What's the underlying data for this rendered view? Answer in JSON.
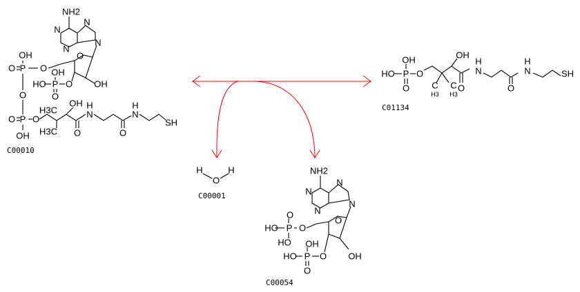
{
  "reaction": {
    "arrow_color": "#ff0000",
    "compounds": [
      {
        "id": "C00010",
        "role": "substrate",
        "labels": {
          "nh2": "NH2",
          "n": "N",
          "o": "O",
          "oh": "OH",
          "ho": "HO",
          "p": "P",
          "h3c": "H3C",
          "h": "H",
          "sh": "SH"
        }
      },
      {
        "id": "C01134",
        "role": "product",
        "labels": {
          "oh": "OH",
          "ho": "HO",
          "p": "P",
          "o": "O",
          "c": "C",
          "h3": "H3",
          "n": "N",
          "h": "H",
          "sh": "SH"
        }
      },
      {
        "id": "C00001",
        "role": "product",
        "labels": {
          "h": "H",
          "o": "O"
        }
      },
      {
        "id": "C00054",
        "role": "product",
        "labels": {
          "nh2": "NH2",
          "n": "N",
          "o": "O",
          "oh": "OH",
          "ho": "HO",
          "p": "P"
        }
      }
    ]
  }
}
